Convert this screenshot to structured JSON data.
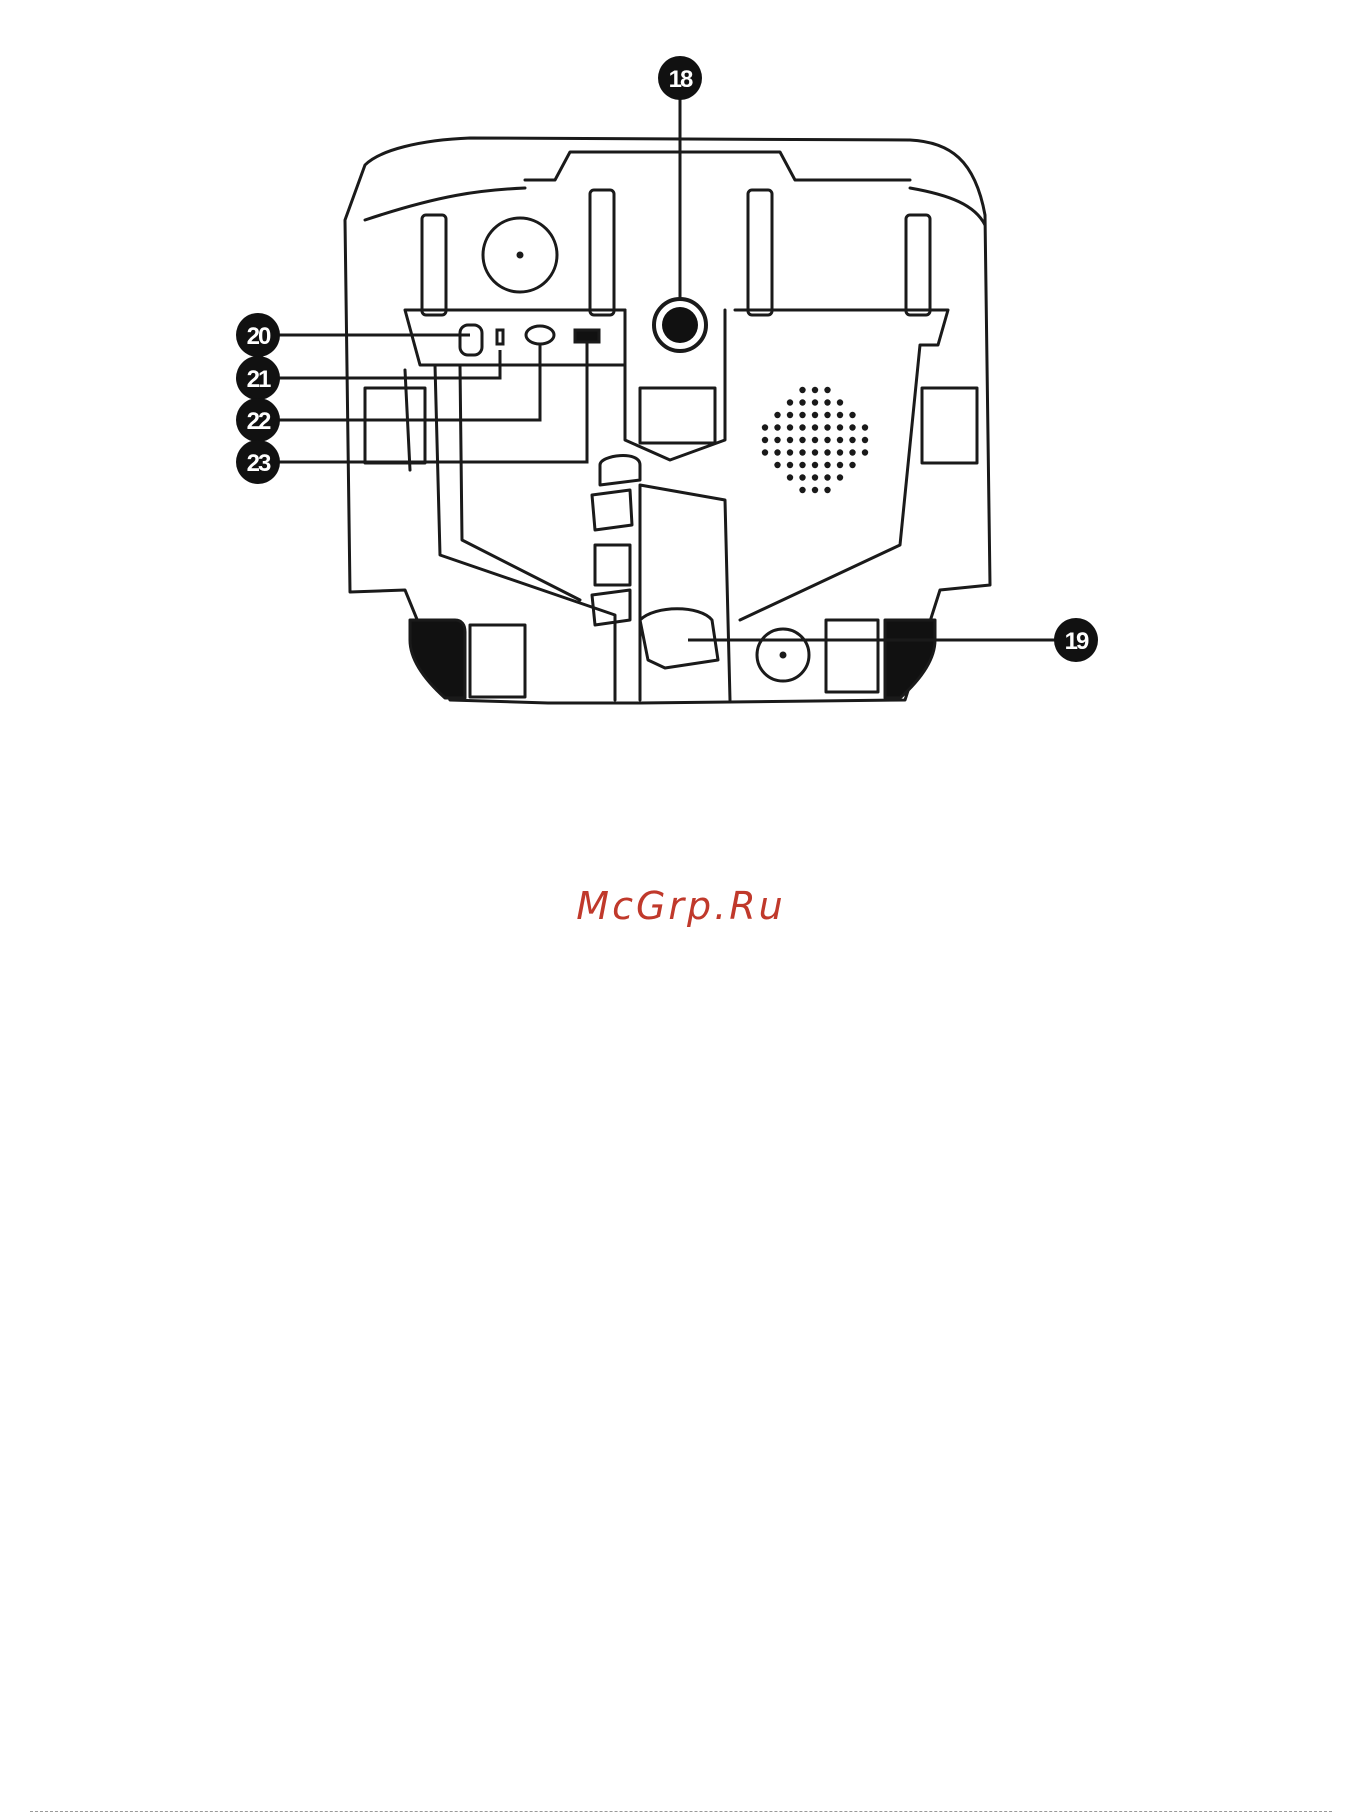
{
  "diagram": {
    "callouts": [
      {
        "id": "callout-18",
        "label": "18"
      },
      {
        "id": "callout-19",
        "label": "19"
      },
      {
        "id": "callout-20",
        "label": "20"
      },
      {
        "id": "callout-21",
        "label": "21"
      },
      {
        "id": "callout-22",
        "label": "22"
      },
      {
        "id": "callout-23",
        "label": "23"
      }
    ],
    "colors": {
      "line": "#1a1a1a",
      "callout_fill": "#111111",
      "watermark": "#c0392b"
    }
  },
  "watermark": {
    "text": "McGrp.Ru"
  }
}
